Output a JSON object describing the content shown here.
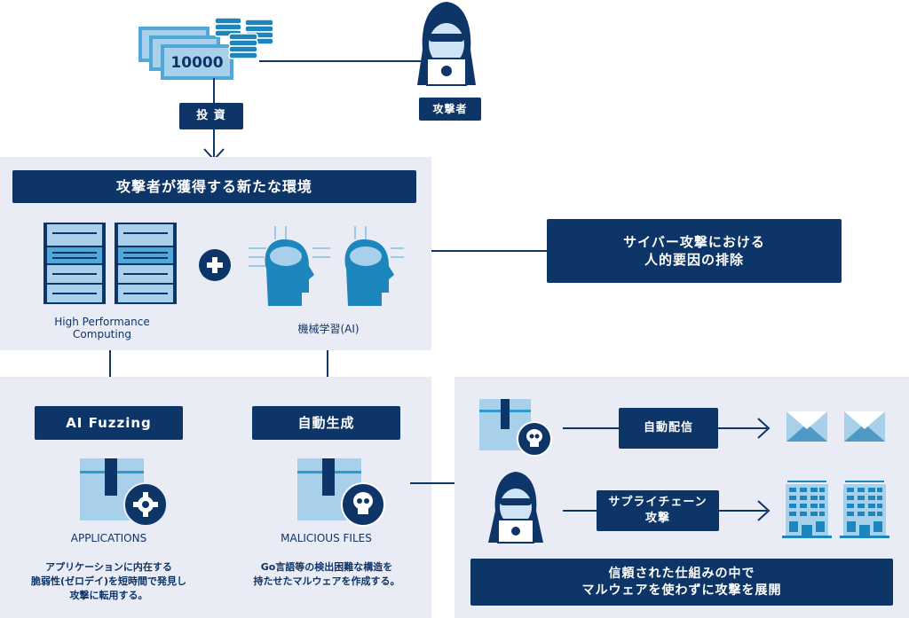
{
  "colors": {
    "navy": "#0e3567",
    "panel_bg": "#e9ecf4",
    "light_blue": "#a9d0ea",
    "mid_blue": "#1d86bd",
    "accent_blue": "#2b9ad6"
  },
  "top": {
    "money_label": "10000",
    "investment_label": "投 資",
    "attacker_label": "攻撃者"
  },
  "environment": {
    "title": "攻撃者が獲得する新たな環境",
    "hpc_label": "High Performance Computing",
    "ml_label": "機械学習(AI)",
    "plus_icon": "plus-icon"
  },
  "side_box": {
    "line1": "サイバー攻撃における",
    "line2": "人的要因の排除"
  },
  "fuzzing": {
    "title": "AI Fuzzing",
    "caption": "APPLICATIONS",
    "desc_line1": "アプリケーションに内在する",
    "desc_line2": "脆弱性(ゼロデイ)を短時間で発見し",
    "desc_line3": "攻撃に転用する。"
  },
  "autogen": {
    "title": "自動生成",
    "caption": "MALICIOUS FILES",
    "desc_line1": "Go言語等の検出困難な構造を",
    "desc_line2": "持たせたマルウェアを作成する。"
  },
  "delivery": {
    "auto_delivery_label": "自動配信",
    "supply_chain_line1": "サプライチェーン",
    "supply_chain_line2": "攻撃",
    "bottom_line1": "信頼された仕組みの中で",
    "bottom_line2": "マルウェアを使わずに攻撃を展開"
  }
}
